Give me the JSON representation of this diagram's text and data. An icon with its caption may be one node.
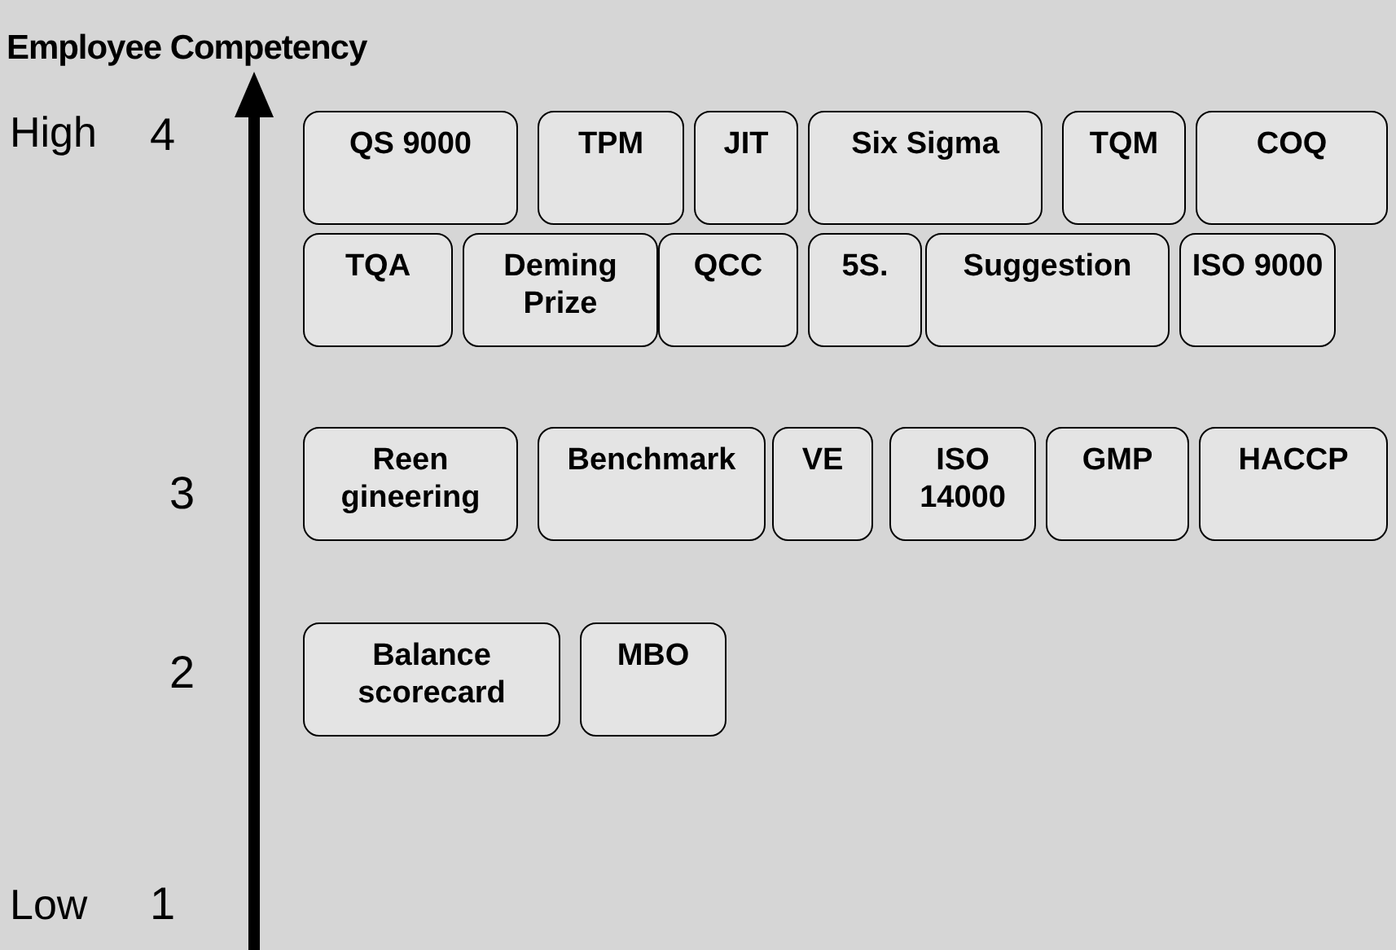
{
  "diagram": {
    "nodes": [
      {
        "text": [
          "QS 9000"
        ]
      },
      {
        "text": [
          "TPM"
        ]
      },
      {
        "text": [
          "JIT"
        ]
      },
      {
        "text": [
          "Six Sigma"
        ]
      },
      {
        "text": [
          "TQM"
        ]
      },
      {
        "text": [
          "COQ"
        ]
      },
      {
        "text": [
          "TQA"
        ]
      },
      {
        "text": [
          "Deming Prize"
        ]
      },
      {
        "text": [
          "QCC"
        ]
      },
      {
        "text": [
          "5S."
        ]
      },
      {
        "text": [
          "Suggestion"
        ]
      },
      {
        "text": [
          "ISO 9000"
        ]
      },
      {
        "text": [
          "Reen gineering"
        ]
      },
      {
        "text": [
          "Benchmark"
        ]
      },
      {
        "text": [
          "VE"
        ]
      },
      {
        "text": [
          "ISO 14000"
        ]
      },
      {
        "text": [
          "GMP"
        ]
      },
      {
        "text": [
          "HACCP"
        ]
      },
      {
        "text": [
          "Balance scorecard"
        ]
      },
      {
        "text": [
          "MBO"
        ]
      }
    ],
    "labels": [
      "Employee Competency",
      "High",
      "4",
      "3",
      "2",
      "Low",
      "1"
    ]
  }
}
